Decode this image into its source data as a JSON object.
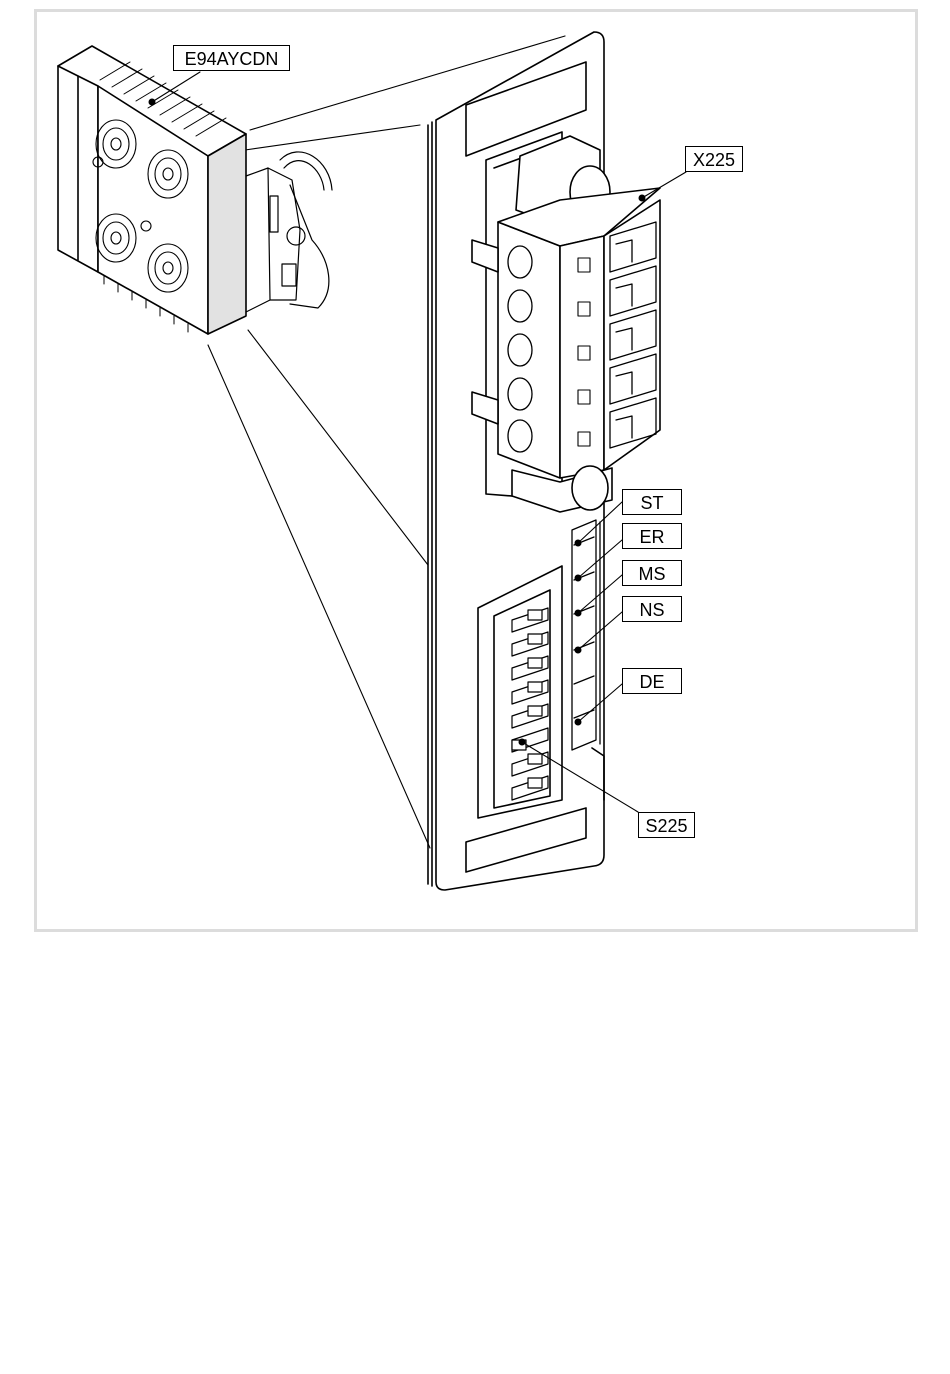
{
  "labels": {
    "module": "E94AYCDN",
    "connector": "X225",
    "led_st": "ST",
    "led_er": "ER",
    "led_ms": "MS",
    "led_ns": "NS",
    "led_de": "DE",
    "switch": "S225"
  },
  "colors": {
    "frame_border": "#dcdcdc",
    "line": "#000000",
    "module_side": "#e2e2e2",
    "background": "#ffffff"
  }
}
